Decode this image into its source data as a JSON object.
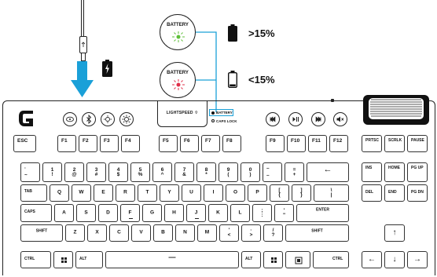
{
  "battery_diagram": {
    "bubble_label": "BATTERY",
    "high_label": ">15%",
    "low_label": "<15%",
    "high_indicator_color": "#5fbf3a",
    "low_indicator_color": "#e0304a",
    "connector_color": "#1aa0d8"
  },
  "status_panel": {
    "brand": "LIGHTSPEED",
    "battery_indicator": "BATTERY",
    "caps_indicator": "CAPS LOCK"
  },
  "media_buttons": [
    "previous-track-icon",
    "play-pause-icon",
    "next-track-icon",
    "mute-icon"
  ],
  "keys": {
    "esc": "ESC",
    "f": [
      "F1",
      "F2",
      "F3",
      "F4",
      "F5",
      "F6",
      "F7",
      "F8",
      "F9",
      "F10",
      "F11",
      "F12"
    ],
    "sys": [
      "PRTSC",
      "SCRLK",
      "PAUSE"
    ],
    "num": [
      [
        "·",
        "~"
      ],
      [
        "1",
        "!"
      ],
      [
        "2",
        "@"
      ],
      [
        "3",
        "#"
      ],
      [
        "4",
        "$"
      ],
      [
        "5",
        "%"
      ],
      [
        "6",
        "^"
      ],
      [
        "7",
        "&"
      ],
      [
        "8",
        "*"
      ],
      [
        "9",
        "("
      ],
      [
        "0",
        ")"
      ],
      [
        "–",
        "–"
      ],
      [
        "=",
        "+"
      ]
    ],
    "backspace": "←",
    "nav1": [
      "INS",
      "HOME",
      "PG UP"
    ],
    "tab": "TAB",
    "qrow": [
      "Q",
      "W",
      "E",
      "R",
      "T",
      "Y",
      "U",
      "I",
      "O",
      "P"
    ],
    "bracket_open": [
      "[",
      "{"
    ],
    "bracket_close": [
      "]",
      "}"
    ],
    "backslash": [
      "\\",
      "|"
    ],
    "nav2": [
      "DEL",
      "END",
      "PG DN"
    ],
    "caps": "CAPS",
    "arow": [
      "A",
      "S",
      "D",
      "F",
      "G",
      "H",
      "J",
      "K",
      "L"
    ],
    "semicolon": [
      ";",
      ":"
    ],
    "quote": [
      "'",
      "\""
    ],
    "enter": "ENTER",
    "shift_l": "SHIFT",
    "zrow": [
      "Z",
      "X",
      "C",
      "V",
      "B",
      "N",
      "M"
    ],
    "comma": [
      "'",
      "<"
    ],
    "period": [
      "·",
      ">"
    ],
    "slash": [
      "/",
      "?"
    ],
    "shift_r": "SHIFT",
    "ctrl_l": "CTRL",
    "alt_l": "ALT",
    "space": "—",
    "alt_r": "ALT",
    "ctrl_r": "CTRL",
    "arrows": {
      "up": "↑",
      "left": "←",
      "down": "↓",
      "right": "→"
    }
  }
}
